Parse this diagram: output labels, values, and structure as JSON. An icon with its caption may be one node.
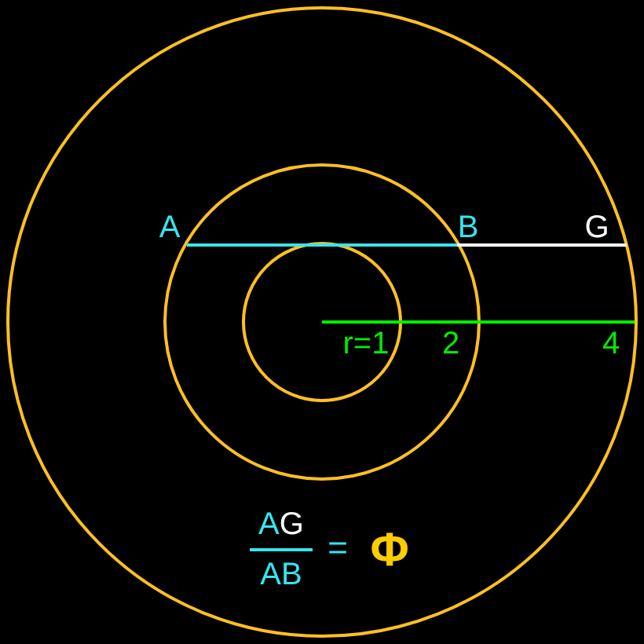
{
  "diagram": {
    "labels": [
      "A",
      "B",
      "G",
      "r=1",
      "2",
      "4",
      "AG",
      "AB",
      "=",
      "Φ"
    ]
  }
}
